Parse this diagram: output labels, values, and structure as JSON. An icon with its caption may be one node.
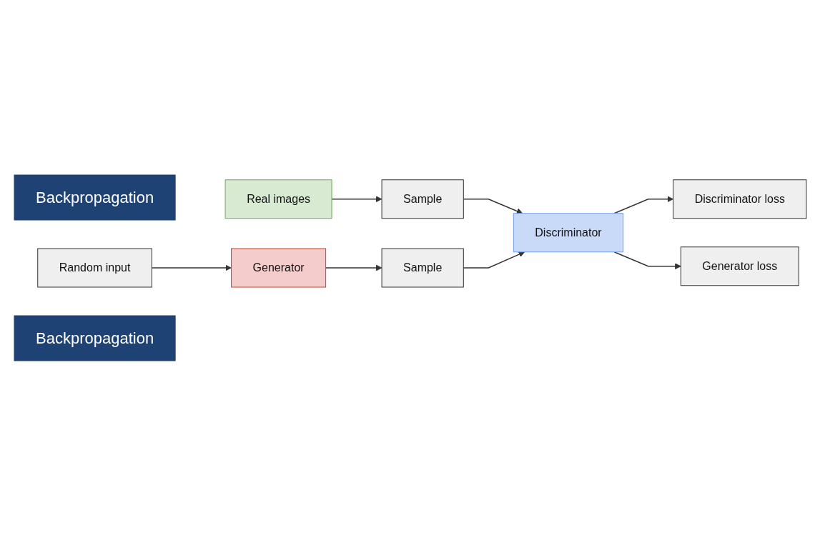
{
  "diagram": {
    "nodes": [
      {
        "text": [
          "Backpropagation"
        ]
      },
      {
        "text": [
          "Real images"
        ]
      },
      {
        "text": [
          "Sample"
        ]
      },
      {
        "text": [
          "Discriminator loss"
        ]
      },
      {
        "text": [
          "Random input"
        ]
      },
      {
        "text": [
          "Generator"
        ]
      },
      {
        "text": [
          "Sample"
        ]
      },
      {
        "text": [
          "Discriminator"
        ]
      },
      {
        "text": [
          "Generator loss"
        ]
      },
      {
        "text": [
          "Backpropagation"
        ]
      }
    ],
    "edges": [
      {
        "from": 1,
        "to": 2,
        "arrow": "to"
      },
      {
        "from": 4,
        "to": 5,
        "arrow": "to"
      },
      {
        "from": 5,
        "to": 6,
        "arrow": "to"
      },
      {
        "from": 2,
        "to": 7,
        "arrow": "to"
      },
      {
        "from": 6,
        "to": 7,
        "arrow": "to"
      },
      {
        "from": 7,
        "to": 3,
        "arrow": "to"
      },
      {
        "from": 7,
        "to": 8,
        "arrow": "to"
      }
    ]
  }
}
